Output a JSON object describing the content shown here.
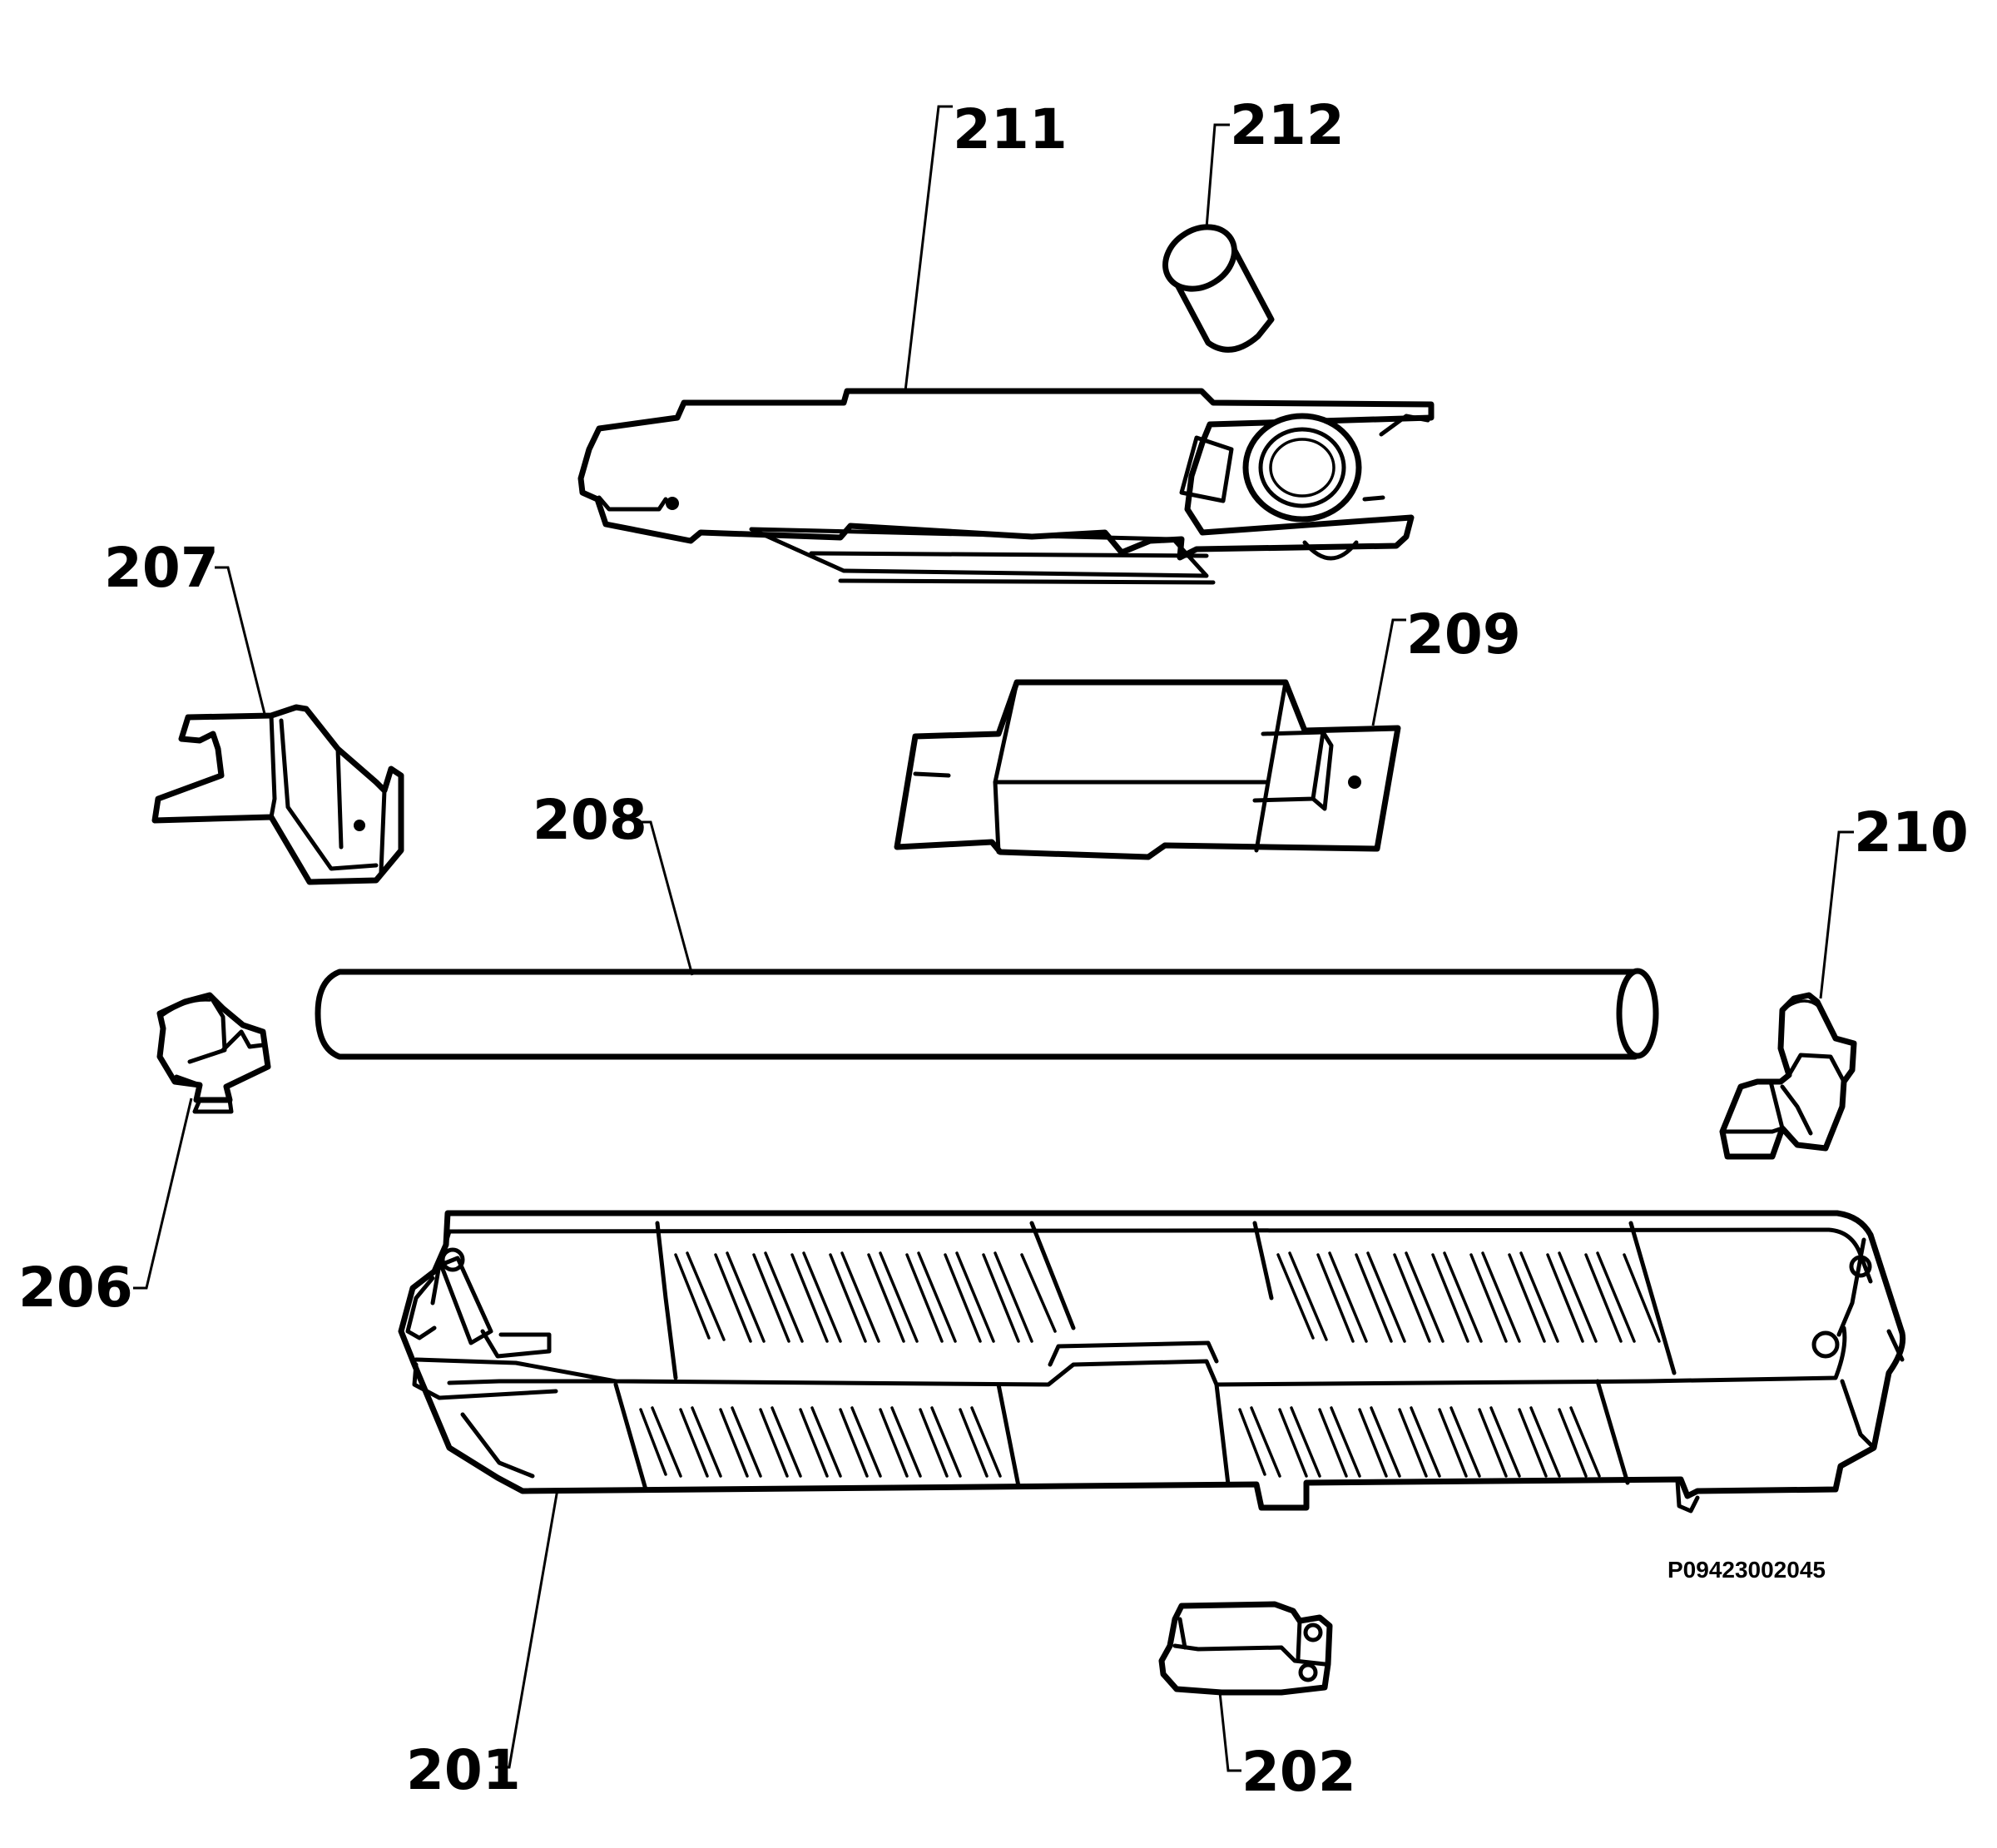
{
  "diagram": {
    "callouts": {
      "c211": "211",
      "c212": "212",
      "c207": "207",
      "c209": "209",
      "c208": "208",
      "c210": "210",
      "c206": "206",
      "c201": "201",
      "c202": "202"
    },
    "reference_code": "P09423002045"
  }
}
